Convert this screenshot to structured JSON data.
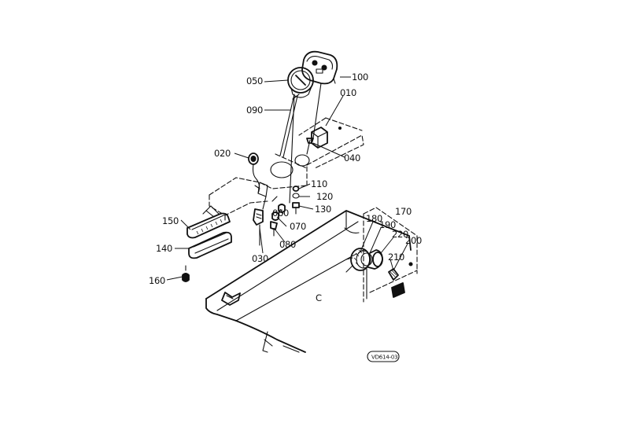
{
  "parts": {
    "p010": "010",
    "p020": "020",
    "p030": "030",
    "p040": "040",
    "p050": "050",
    "p060": "060",
    "p070": "070",
    "p080": "080",
    "p090": "090",
    "p100": "100",
    "p110": "110",
    "p120": "120",
    "p130": "130",
    "p140": "140",
    "p150": "150",
    "p160": "160",
    "p170": "170",
    "p180": "180",
    "p190": "190",
    "p200": "200",
    "p210": "210",
    "p220": "220"
  },
  "drawing_code": "VD614-03",
  "callout_letter": "C"
}
